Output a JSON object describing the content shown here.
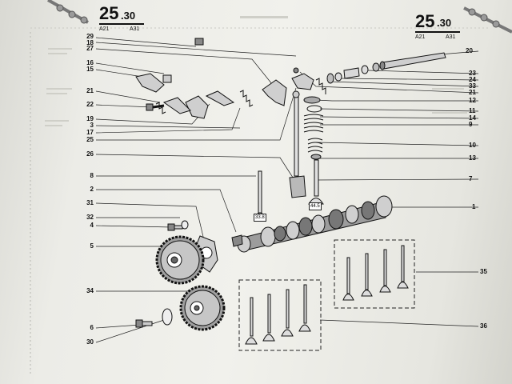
{
  "page_header_left": {
    "section": "25",
    "subsection": ".30",
    "sub_a": "A21",
    "sub_b": "A31"
  },
  "page_header_right": {
    "section": "25",
    "subsection": ".30",
    "sub_a": "A21",
    "sub_b": "A31"
  },
  "callouts": {
    "pushrod_length": "33.8",
    "valve_length": "44.5"
  },
  "left_refs": [
    "29",
    "18",
    "27",
    "16",
    "15",
    "21",
    "22",
    "19",
    "3",
    "17",
    "25",
    "26",
    "8",
    "2",
    "31",
    "32",
    "4",
    "5",
    "34",
    "6",
    "30"
  ],
  "right_refs": [
    "20",
    "23",
    "24",
    "33",
    "21",
    "12",
    "11",
    "14",
    "9",
    "10",
    "13",
    "7",
    "1",
    "35",
    "36"
  ]
}
